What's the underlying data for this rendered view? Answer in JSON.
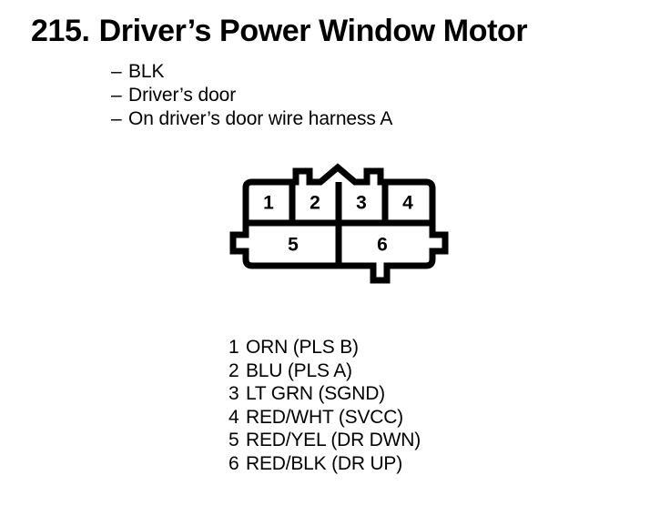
{
  "page": {
    "item_number": "215.",
    "title": "Driver’s Power Window Motor",
    "background_color": "#ffffff",
    "ink_color": "#000000"
  },
  "attributes": {
    "dash": "–",
    "items": [
      "BLK",
      "Driver’s door",
      "On driver’s door wire harness A"
    ]
  },
  "connector": {
    "name": "6-pin connector face view",
    "top_row_pins": [
      "1",
      "2",
      "3",
      "4"
    ],
    "bottom_row_pins": [
      "5",
      "6"
    ]
  },
  "pin_legend": [
    {
      "pin": "1",
      "desc": "ORN (PLS B)"
    },
    {
      "pin": "2",
      "desc": "BLU (PLS A)"
    },
    {
      "pin": "3",
      "desc": "LT GRN (SGND)"
    },
    {
      "pin": "4",
      "desc": "RED/WHT (SVCC)"
    },
    {
      "pin": "5",
      "desc": "RED/YEL (DR DWN)"
    },
    {
      "pin": "6",
      "desc": "RED/BLK (DR UP)"
    }
  ]
}
